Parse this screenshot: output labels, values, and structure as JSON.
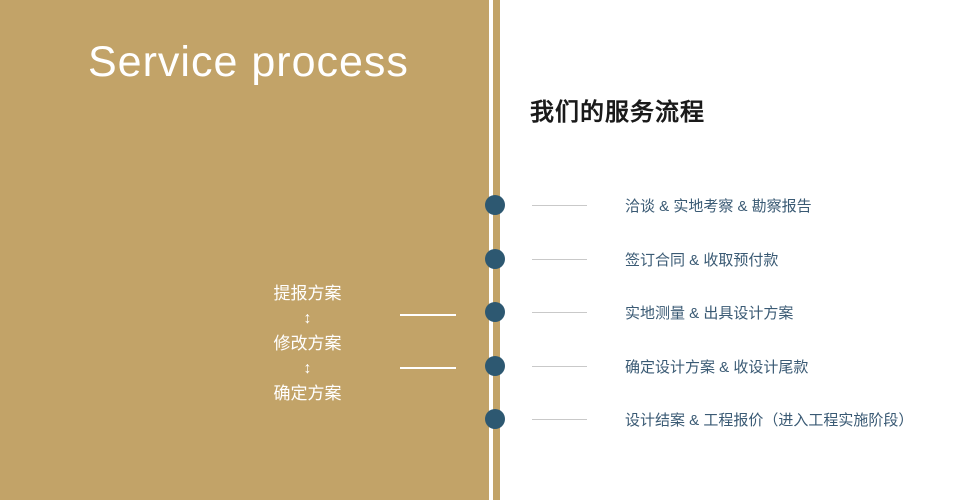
{
  "left_panel": {
    "title": "Service process",
    "arrow": "↕",
    "steps": [
      "提报方案",
      "修改方案",
      "确定方案"
    ]
  },
  "right_panel": {
    "title": "我们的服务流程",
    "items": [
      "洽谈 & 实地考察 & 勘察报告",
      "签订合同 & 收取预付款",
      "实地测量 & 出具设计方案",
      "确定设计方案 & 收设计尾款",
      "设计结案 & 工程报价（进入工程实施阶段）"
    ]
  },
  "colors": {
    "tan": "#c2a368",
    "dot": "#2d5871",
    "text_blue": "#3a5a74",
    "line_gray": "#c9c9c9"
  }
}
